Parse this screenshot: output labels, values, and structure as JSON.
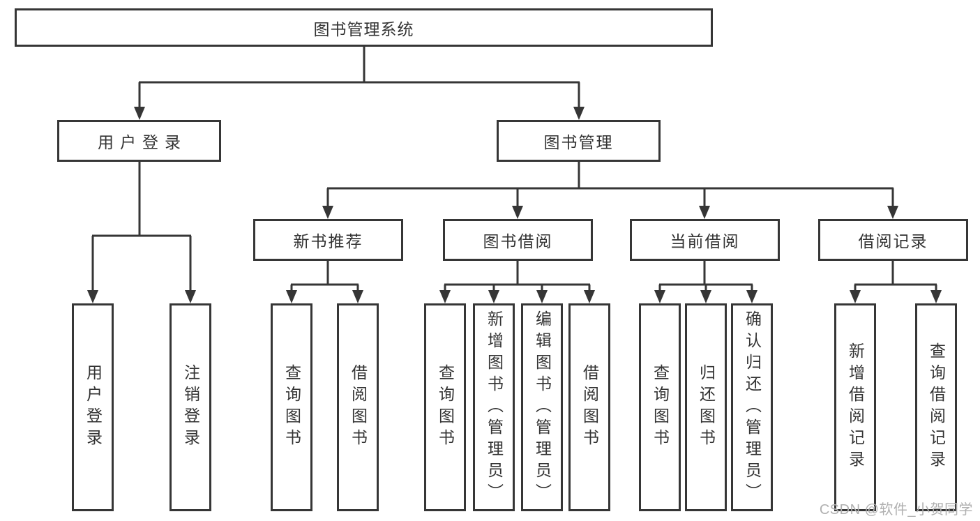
{
  "tree": {
    "label": "图书管理系统",
    "children": [
      {
        "label": "用户登录",
        "children": [
          {
            "label": "用户登录"
          },
          {
            "label": "注销登录"
          }
        ]
      },
      {
        "label": "图书管理",
        "children": [
          {
            "label": "新书推荐",
            "children": [
              {
                "label": "查询图书"
              },
              {
                "label": "借阅图书"
              }
            ]
          },
          {
            "label": "图书借阅",
            "children": [
              {
                "label": "查询图书"
              },
              {
                "label": "新增图书（管理员）"
              },
              {
                "label": "编辑图书（管理员）"
              },
              {
                "label": "借阅图书"
              }
            ]
          },
          {
            "label": "当前借阅",
            "children": [
              {
                "label": "查询图书"
              },
              {
                "label": "归还图书"
              },
              {
                "label": "确认归还（管理员）"
              }
            ]
          },
          {
            "label": "借阅记录",
            "children": [
              {
                "label": "新增借阅记录"
              },
              {
                "label": "查询借阅记录"
              }
            ]
          }
        ]
      }
    ]
  },
  "watermark": {
    "text": "CSDN @软件_小贺同学"
  },
  "colors": {
    "line": "#363636",
    "box_border": "#363636",
    "text": "#333333",
    "watermark": "#b0b0b0",
    "background": "#ffffff"
  }
}
